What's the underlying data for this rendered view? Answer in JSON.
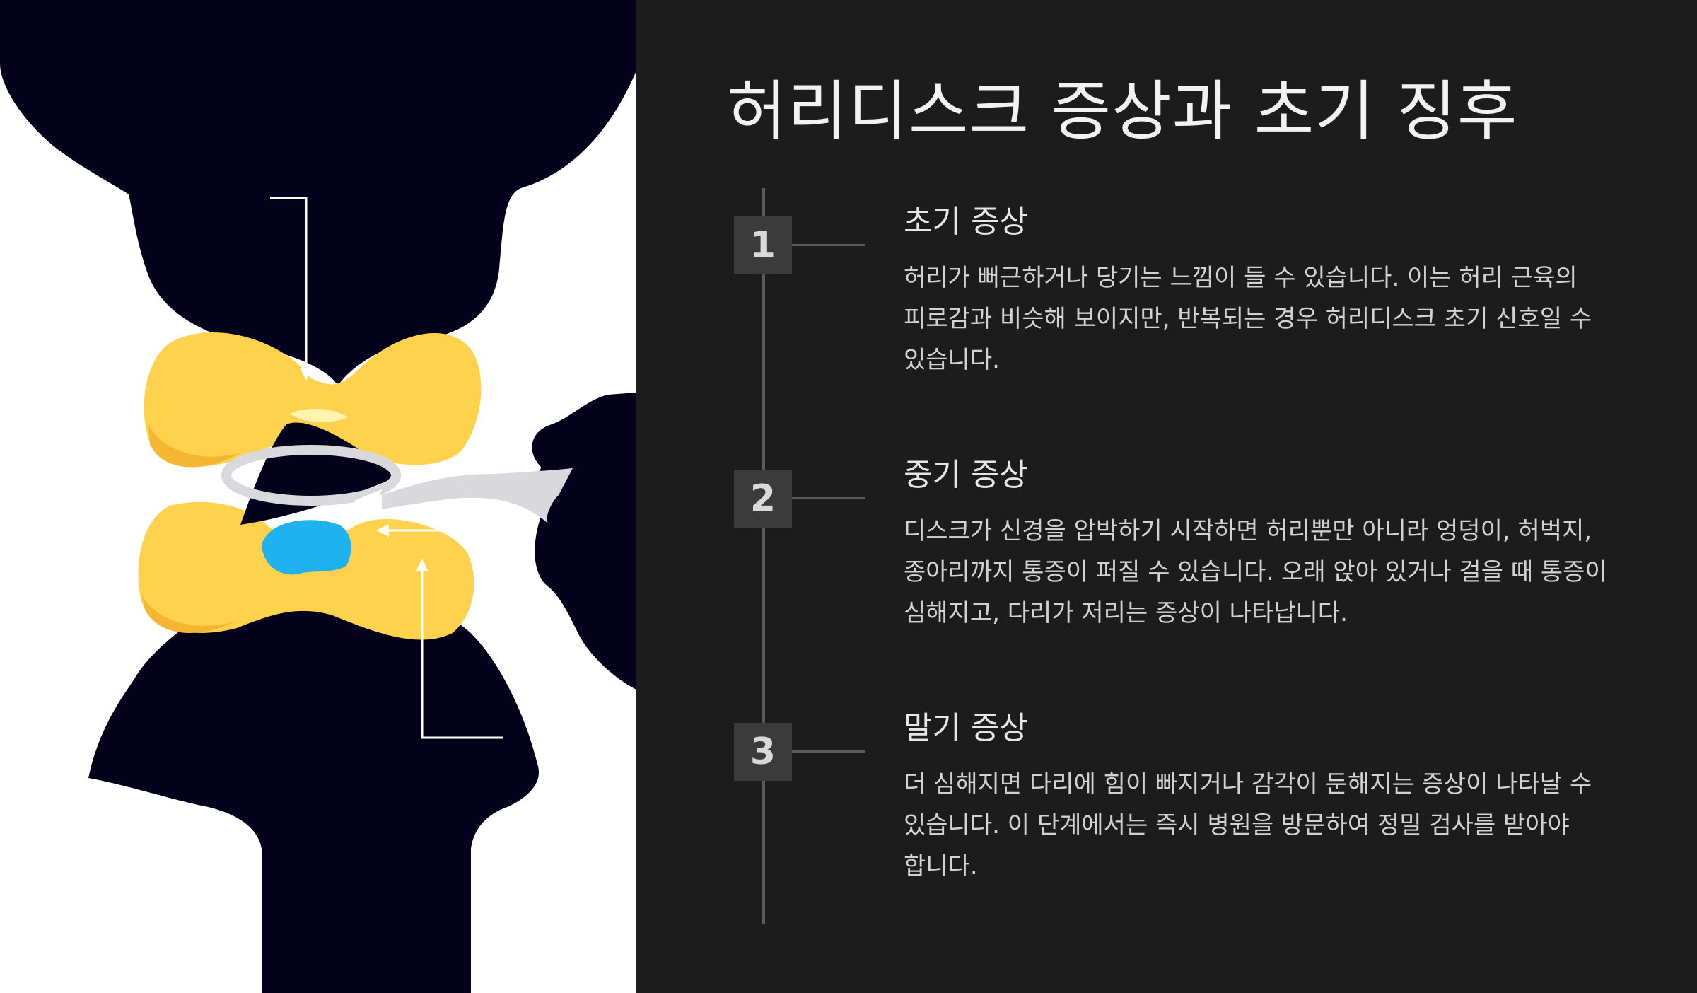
{
  "title": "허리디스크 증상과 초기 징후",
  "steps": [
    {
      "number": "1",
      "title": "초기 증상",
      "description": "허리가 뻐근하거나 당기는 느낌이 들 수 있습니다. 이는 허리 근육의 피로감과 비슷해 보이지만, 반복되는 경우 허리디스크 초기 신호일 수 있습니다."
    },
    {
      "number": "2",
      "title": "중기 증상",
      "description": "디스크가 신경을 압박하기 시작하면 허리뿐만 아니라 엉덩이, 허벅지, 종아리까지 통증이 퍼질 수 있습니다. 오래 앉아 있거나 걸을 때 통증이 심해지고, 다리가 저리는 증상이 나타납니다."
    },
    {
      "number": "3",
      "title": "말기 증상",
      "description": "더 심해지면 다리에 힘이 빠지거나 감각이 둔해지는 증상이 나타날 수 있습니다. 이 단계에서는 즉시 병원을 방문하여 정밀 검사를 받아야 합니다."
    }
  ],
  "colors": {
    "background_dark": "#1c1c1c",
    "illustration_bg": "#ffffff",
    "bone": "#03021a",
    "disc": "#ffd24d",
    "disc_shadow": "#f5b731",
    "nucleus": "#1fb2ee",
    "nerve": "#d9d9dd",
    "step_box": "#3b3b3b",
    "timeline": "#5a5a5a"
  }
}
